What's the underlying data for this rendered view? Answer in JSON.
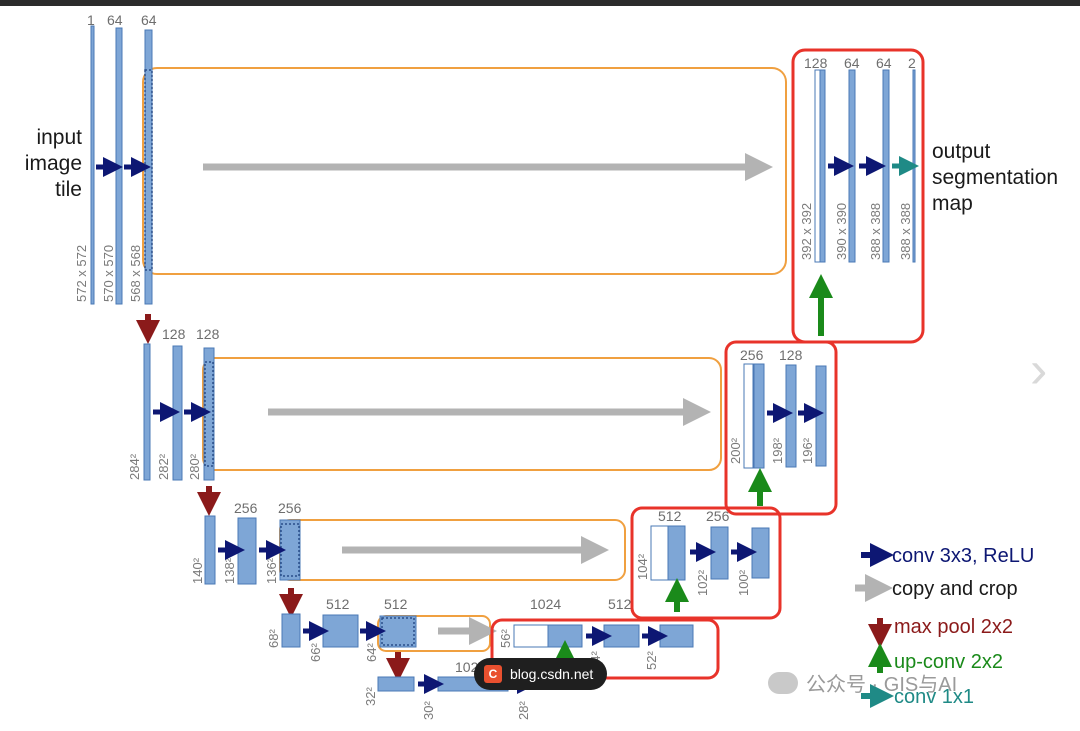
{
  "left_labels": {
    "input": [
      "input",
      "image",
      "tile"
    ],
    "output": [
      "output",
      "segmentation",
      "map"
    ]
  },
  "levels": [
    {
      "channels": [
        "1",
        "64",
        "64"
      ],
      "sizes": [
        "572 x 572",
        "570 x 570",
        "568 x 568"
      ]
    },
    {
      "channels": [
        "128",
        "128"
      ],
      "sizes": [
        "284²",
        "282²",
        "280²"
      ]
    },
    {
      "channels": [
        "256",
        "256"
      ],
      "sizes": [
        "140²",
        "138²",
        "136²"
      ]
    },
    {
      "channels": [
        "512",
        "512"
      ],
      "sizes": [
        "68²",
        "66²",
        "64²"
      ]
    },
    {
      "channels": [
        "1024"
      ],
      "sizes": [
        "32²",
        "30²",
        "28²"
      ]
    }
  ],
  "up_levels": [
    {
      "channels": [
        "1024",
        "512"
      ],
      "sizes": [
        "56²",
        "54²",
        "52²"
      ]
    },
    {
      "channels": [
        "512",
        "256"
      ],
      "sizes": [
        "104²",
        "102²",
        "100²"
      ]
    },
    {
      "channels": [
        "256",
        "128"
      ],
      "sizes": [
        "200²",
        "198²",
        "196²"
      ]
    },
    {
      "channels": [
        "128",
        "64",
        "64",
        "2"
      ],
      "sizes": [
        "392 x 392",
        "390 x 390",
        "388 x 388",
        "388 x 388"
      ]
    }
  ],
  "legend": [
    {
      "key": "conv",
      "label": "conv 3x3, ReLU",
      "color": "#0d1773"
    },
    {
      "key": "copy",
      "label": "copy and crop",
      "color": "#b3b3b3"
    },
    {
      "key": "pool",
      "label": "max pool 2x2",
      "color": "#8b1a1a"
    },
    {
      "key": "upconv",
      "label": "up-conv 2x2",
      "color": "#1a8a1a"
    },
    {
      "key": "conv1",
      "label": "conv 1x1",
      "color": "#1f8a86"
    }
  ],
  "colors": {
    "feature": "#7ea6d6",
    "feature_edge": "#4a78b5",
    "crop_box": "#f0a040",
    "highlight": "#e8332a"
  },
  "watermarks": {
    "csdn": "blog.csdn.net",
    "csdn_logo": "C",
    "wechat": "公众号 · GIS与AI"
  },
  "icons": {
    "next": "chevron-right-icon"
  }
}
